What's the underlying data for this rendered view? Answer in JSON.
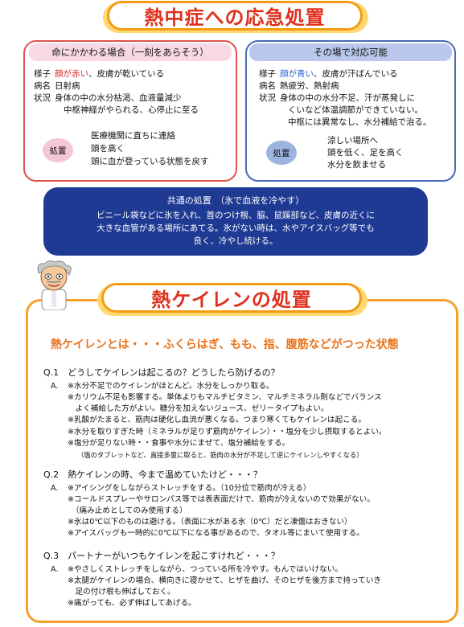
{
  "title1": "熱中症への応急処置",
  "left_box": {
    "header": "命にかかわる場合（一刻をあらそう）",
    "rows": [
      {
        "label": "様子",
        "highlight": "顔が赤い",
        "rest": "、皮膚が乾いている"
      },
      {
        "label": "病名",
        "highlight": "",
        "rest": "日射病"
      },
      {
        "label": "状況",
        "highlight": "",
        "rest": "身体の中の水分枯渇、血液量減少"
      },
      {
        "label": "",
        "highlight": "",
        "rest": "中枢神経がやられる、心停止に至る"
      }
    ],
    "treatment_label": "処置",
    "treatments": [
      "医療機関に直ちに連絡",
      "頭を高く",
      "頭に血が登っている状態を戻す"
    ]
  },
  "right_box": {
    "header": "その場で対応可能",
    "rows": [
      {
        "label": "様子",
        "highlight": "顔が青い",
        "rest": "、皮膚が汗ばんでいる"
      },
      {
        "label": "病名",
        "highlight": "",
        "rest": "熱疲労、熱射病"
      },
      {
        "label": "状況",
        "highlight": "",
        "rest": "身体の中の水分不足、汗が蒸発しに"
      },
      {
        "label": "",
        "highlight": "",
        "rest": "くいなど体温調節ができていない。"
      },
      {
        "label": "",
        "highlight": "",
        "rest": "中枢には異常なし、水分補給で治る。"
      }
    ],
    "treatment_label": "処置",
    "treatments": [
      "涼しい場所へ",
      "頭を低く、足を高く",
      "水分を飲ませる"
    ]
  },
  "common": {
    "header": "共通の処置　（氷で血液を冷やす）",
    "lines": [
      "ビニール袋などに氷を入れ、首のつけ根、脇、鼠蹊部など、皮膚の近くに",
      "大きな血管がある場所にあてる。氷がない時は、水やアイスバッグ等でも",
      "良く、冷やし続ける。"
    ]
  },
  "title2": "熱ケイレンの処置",
  "subtitle": "熱ケイレンとは・・・ふくらはぎ、もも、指、腹筋などがつった状態",
  "qa": [
    {
      "q": "Q.1　どうしてケイレンは起こるの？どうしたら防げるの？",
      "a_label": "A.",
      "answers": [
        "※水分不足でのケイレンがほとんど。水分をしっかり取る。",
        "※カリウム不足も影響する。単体よりもマルチビタミン、マルチミネラル剤などでバランス",
        "　よく補給した方がよい。糖分を加えないジュース、ゼリータイプもよい。",
        "※乳酸がたまると、筋肉は硬化し血流が悪くなる。つまり寒くてもケイレンは起こる。",
        "※水分を取りすぎた時（ミネラルが足りず筋肉がケイレン）・・塩分を少し摂取するとよい。",
        "※塩分が足りない時・・食事や水分にまぜて、塩分補給をする。",
        "（塩のタブレットなど、直接多量に取ると、筋肉の水分が不足して逆にケイレンしやすくなる）"
      ]
    },
    {
      "q": "Q.2　熱ケイレンの時、今まで温めていたけど・・・？",
      "a_label": "A.",
      "answers": [
        "※アイシングをしながらストレッチをする。（10分位で筋肉が冷える）",
        "※コールドスプレーやサロンパス等では表表面だけで、筋肉が冷えないので効果がない。",
        "（痛み止めとしてのみ使用する）",
        "※氷は0℃以下のものは避ける。（表面に水がある氷（0℃）だと凍傷はおきない）",
        "※アイスバッグも一時的に0℃以下になる事があるので、タオル等にまいて使用する。"
      ]
    },
    {
      "q": "Q.3　パートナーがいつもケイレンを起こすけれど・・・？",
      "a_label": "A.",
      "answers": [
        "※やさしくストレッチをしながら、つっている所を冷やす。もんではいけない。",
        "※太腿がケイレンの場合、横向きに寝かせて、ヒザを曲げ、そのヒザを後方まで持っていき",
        "　足の付け根も伸ばしておく。",
        "※痛がっても、必ず伸ばしてあげる。"
      ]
    }
  ],
  "colors": {
    "accent_red": "#e0301e",
    "orange": "#f39c12",
    "navy": "#1f3a93",
    "pink": "#f4c6d6",
    "light_blue": "#9db3e0"
  }
}
